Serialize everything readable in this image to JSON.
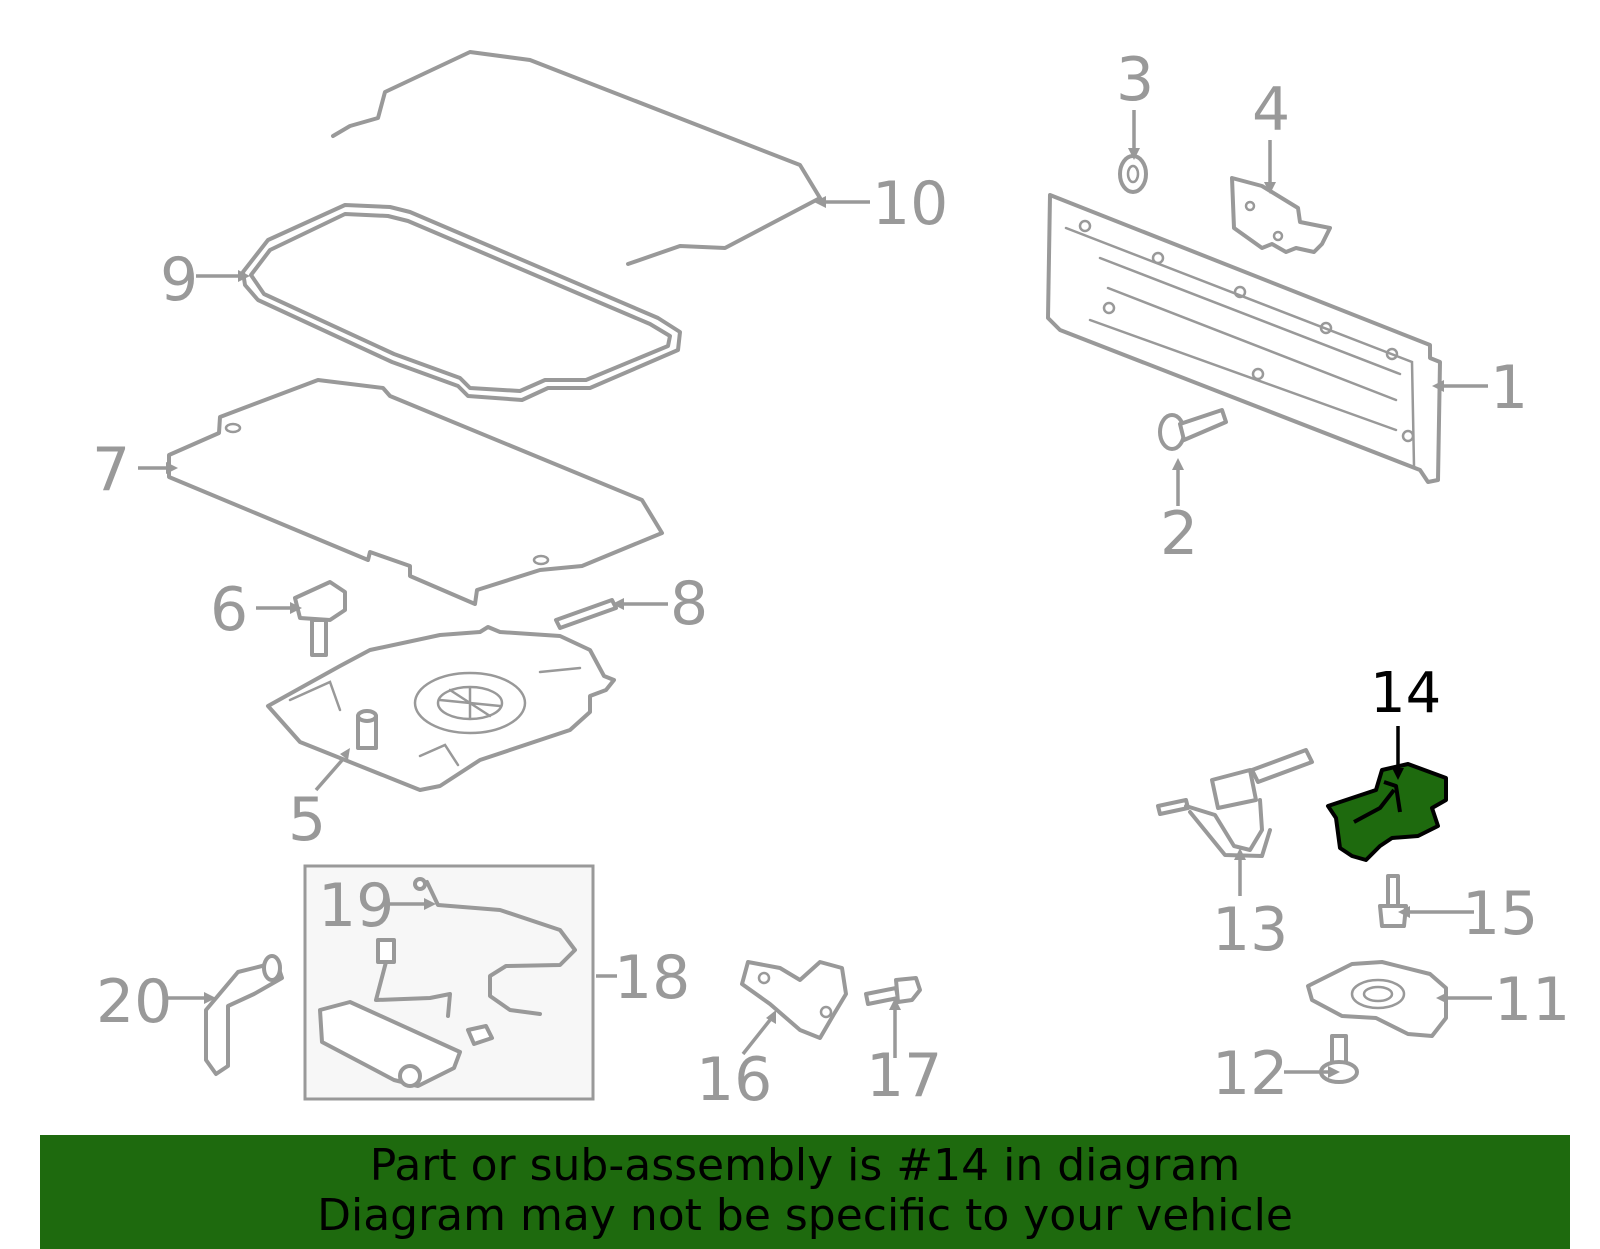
{
  "colors": {
    "part_stroke": "#999999",
    "highlight_fill": "#1e6a0e",
    "banner_bg": "#1e6a0e",
    "subassembly_box_bg": "#f7f7f7"
  },
  "callouts": [
    {
      "id": "1",
      "label": "1"
    },
    {
      "id": "2",
      "label": "2"
    },
    {
      "id": "3",
      "label": "3"
    },
    {
      "id": "4",
      "label": "4"
    },
    {
      "id": "5",
      "label": "5"
    },
    {
      "id": "6",
      "label": "6"
    },
    {
      "id": "7",
      "label": "7"
    },
    {
      "id": "8",
      "label": "8"
    },
    {
      "id": "9",
      "label": "9"
    },
    {
      "id": "10",
      "label": "10"
    },
    {
      "id": "11",
      "label": "11"
    },
    {
      "id": "12",
      "label": "12"
    },
    {
      "id": "13",
      "label": "13"
    },
    {
      "id": "14",
      "label": "14",
      "highlighted": true
    },
    {
      "id": "15",
      "label": "15"
    },
    {
      "id": "16",
      "label": "16"
    },
    {
      "id": "17",
      "label": "17"
    },
    {
      "id": "18",
      "label": "18"
    },
    {
      "id": "19",
      "label": "19"
    },
    {
      "id": "20",
      "label": "20"
    }
  ],
  "banner": {
    "line1": "Part or sub-assembly is #14 in diagram",
    "line2": "Diagram may not be specific to your vehicle"
  }
}
